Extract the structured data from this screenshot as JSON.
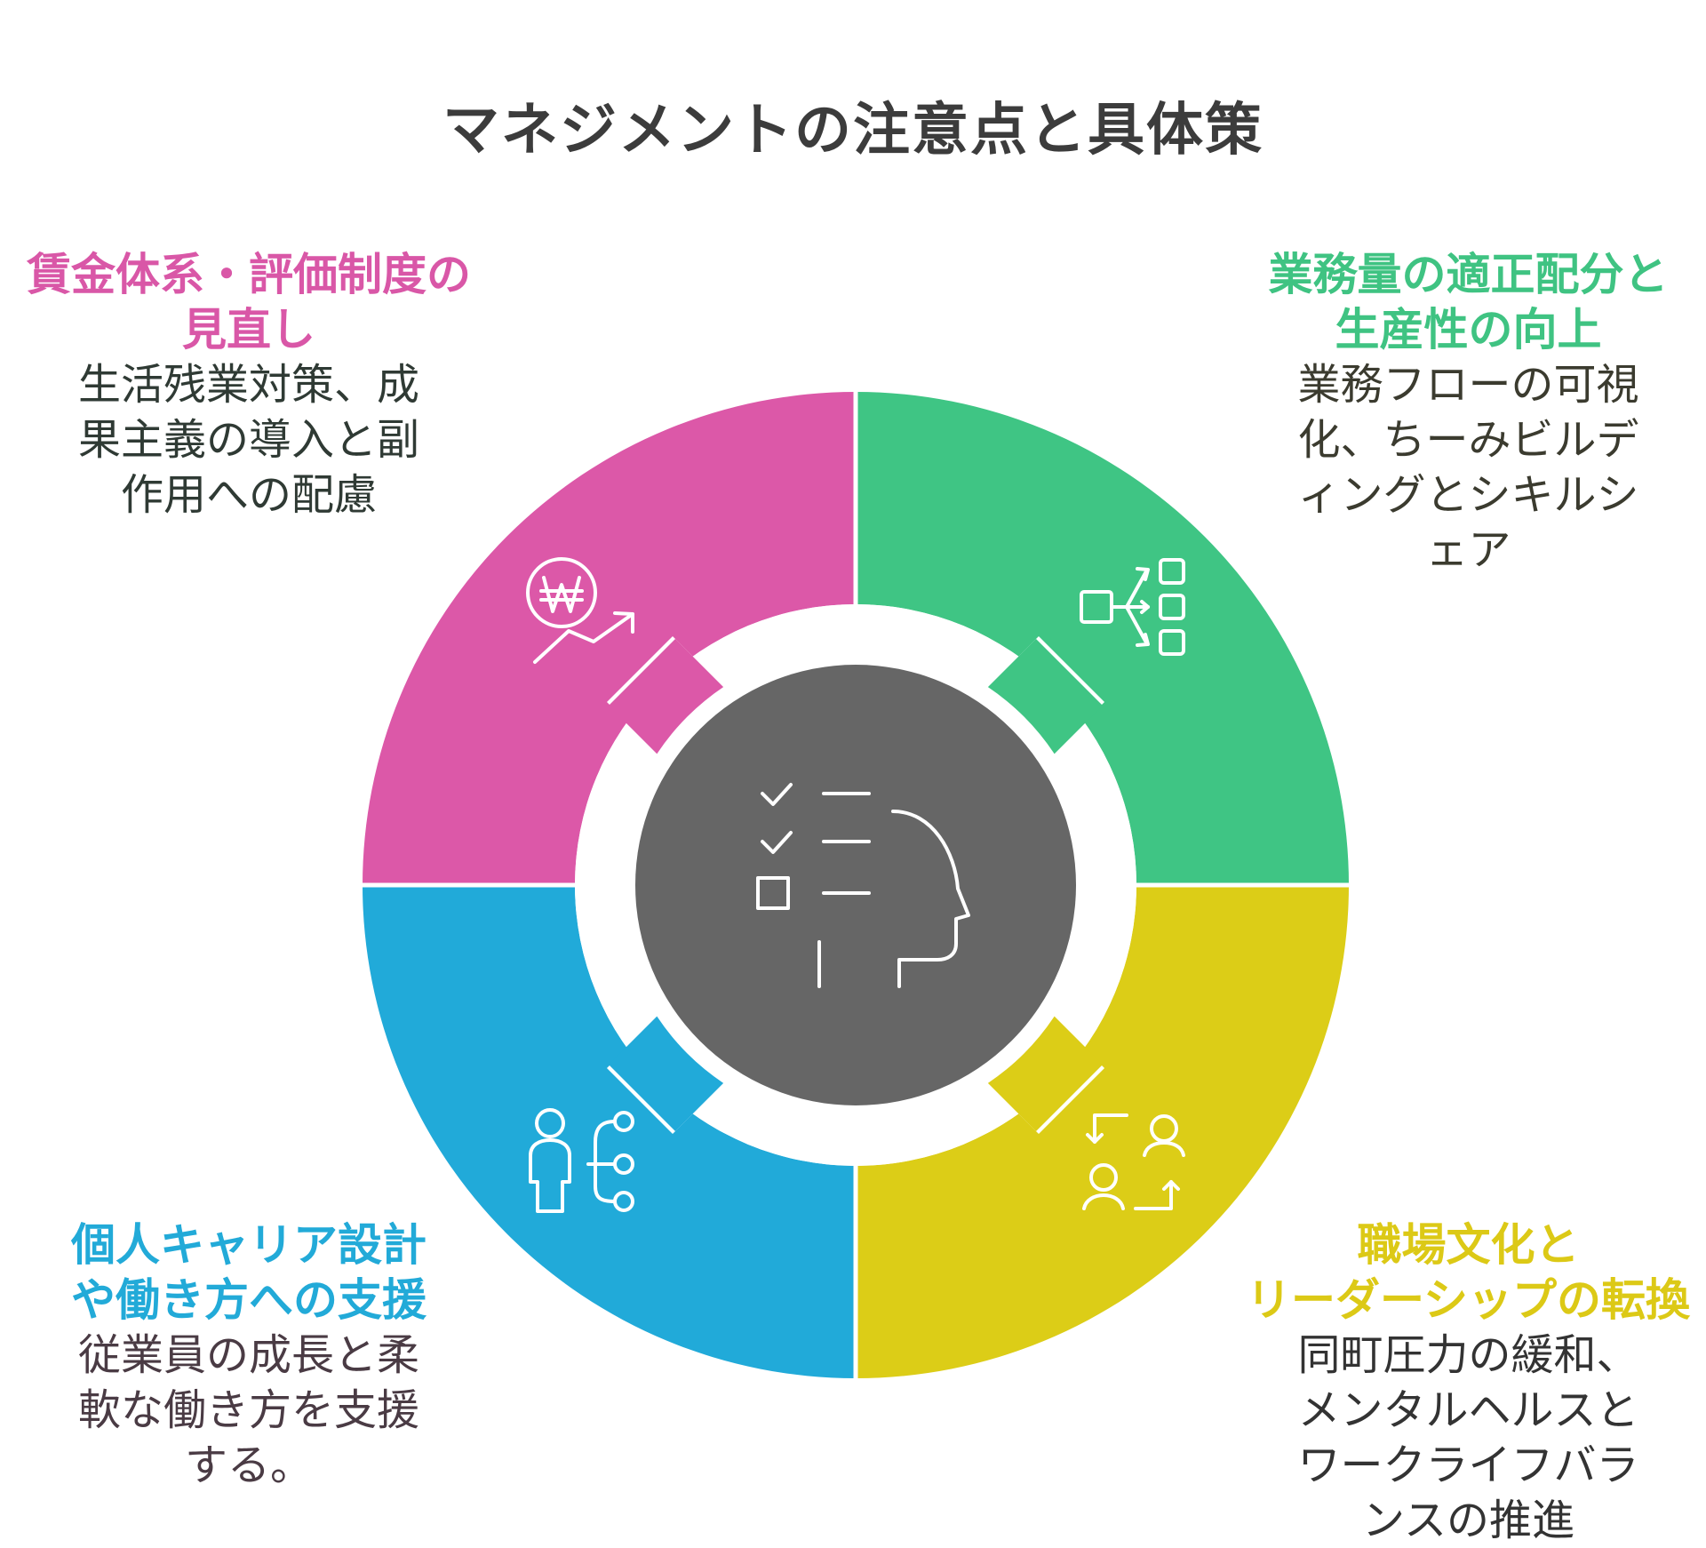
{
  "title": "マネジメントの注意点と具体策",
  "colors": {
    "pink": "#dc58a8",
    "green": "#3fc584",
    "yellow": "#dccd17",
    "blue": "#21aad9",
    "center": "#666666"
  },
  "sections": {
    "top_left": {
      "heading": "賃金体系・評価制度の\n見直し",
      "description": "生活残業対策、成\n果主義の導入と副\n作用への配慮",
      "icon": "won-growth-icon"
    },
    "top_right": {
      "heading": "業務量の適正配分と\n生産性の向上",
      "description": "業務フローの可視\n化、ちーみビルデ\nィングとシキルシ\nェア",
      "icon": "workflow-distribution-icon"
    },
    "bottom_left": {
      "heading": "個人キャリア設計\nや働き方への支援",
      "description": "従業員の成長と柔\n軟な働き方を支援\nする。",
      "icon": "person-branches-icon"
    },
    "bottom_right": {
      "heading": "職場文化と\nリーダーシップの転換",
      "description": "同町圧力の緩和、\nメンタルヘルスと\nワークライフバラ\nンスの推進",
      "icon": "people-exchange-icon"
    }
  },
  "center_icon": "checklist-head-icon"
}
